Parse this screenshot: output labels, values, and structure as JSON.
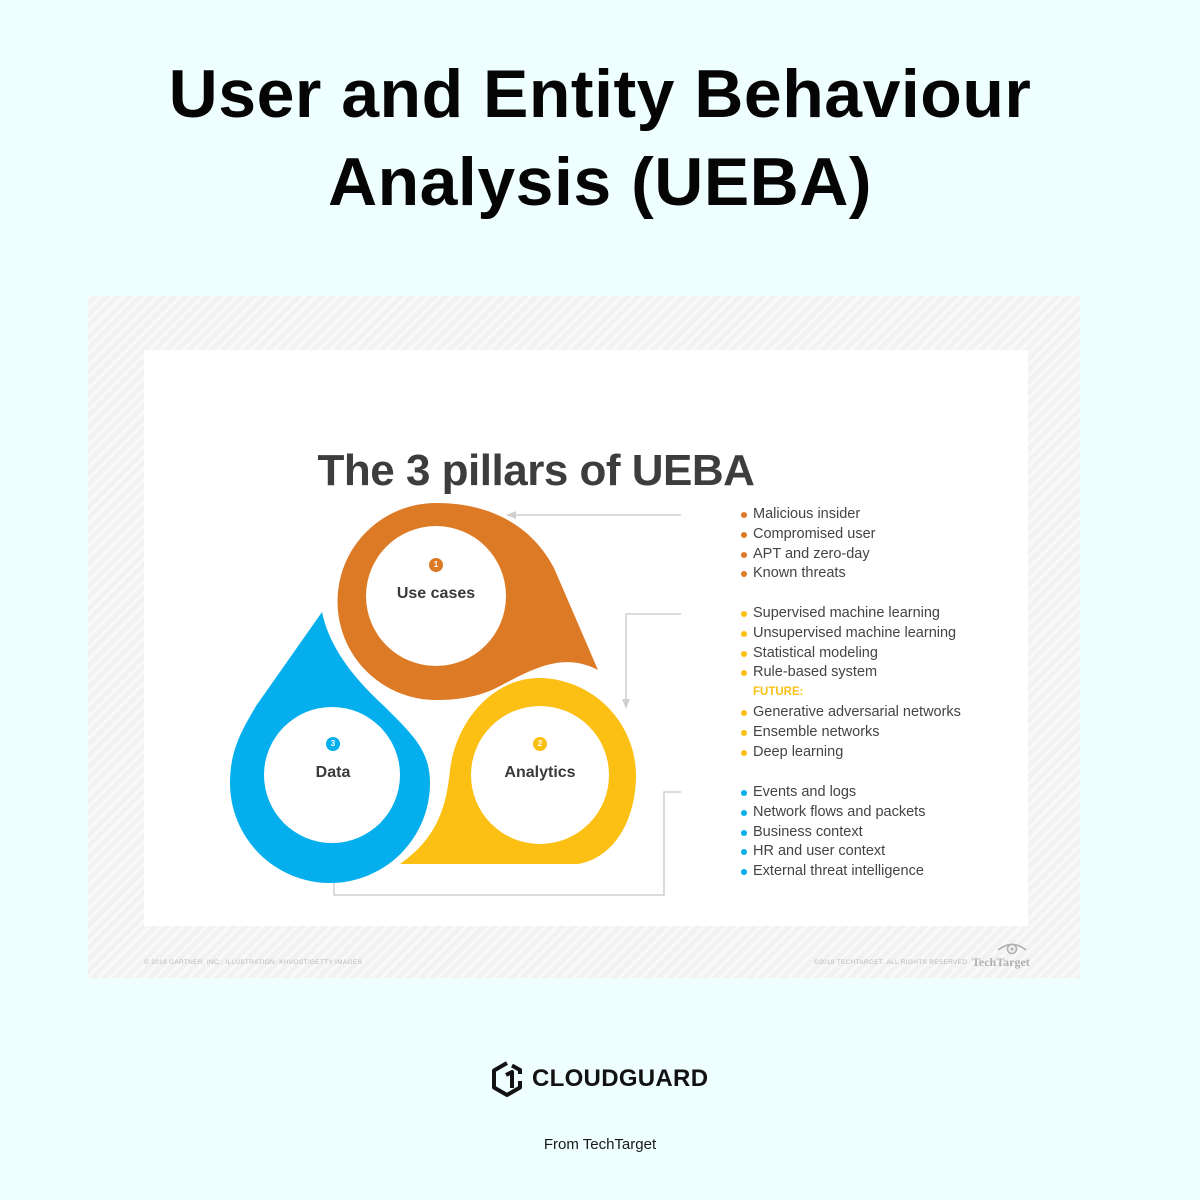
{
  "header": {
    "title_line1": "User and Entity Behaviour",
    "title_line2": "Analysis (UEBA)"
  },
  "figure": {
    "title": "The 3 pillars of UEBA",
    "pillars": [
      {
        "number": "1",
        "label": "Use cases",
        "color": "#dd7a26"
      },
      {
        "number": "2",
        "label": "Analytics",
        "color": "#fcc014"
      },
      {
        "number": "3",
        "label": "Data",
        "color": "#05aeec"
      }
    ],
    "use_cases": {
      "color": "#dd7a26",
      "items": [
        "Malicious insider",
        "Compromised user",
        "APT and zero-day",
        "Known threats"
      ]
    },
    "analytics": {
      "color": "#fcc014",
      "items": [
        "Supervised machine learning",
        "Unsupervised machine learning",
        "Statistical modeling",
        "Rule-based system"
      ],
      "future_label": "FUTURE:",
      "future_items": [
        "Generative adversarial networks",
        "Ensemble networks",
        "Deep learning"
      ]
    },
    "data": {
      "color": "#05aeec",
      "items": [
        "Events and logs",
        "Network flows and packets",
        "Business context",
        "HR and user context",
        "External threat intelligence"
      ]
    },
    "credit_left": "© 2018 GARTNER, INC.; ILLUSTRATION: KHVOST/GETTY IMAGES",
    "credit_right": "©2018 TECHTARGET. ALL RIGHTS RESERVED",
    "credit_logo": "TechTarget"
  },
  "footer": {
    "brand": "CLOUDGUARD",
    "source": "From TechTarget"
  }
}
